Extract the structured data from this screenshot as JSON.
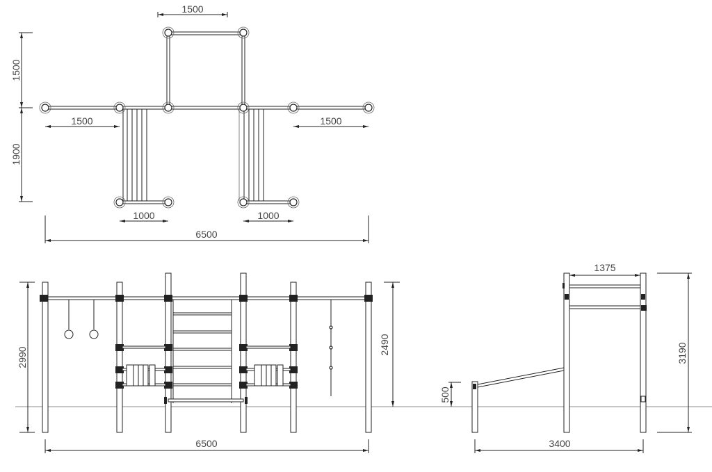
{
  "title": "Outdoor workout station – plan, front and side elevations",
  "plan_view": {
    "top_width": "1500",
    "top_depth": "1500",
    "bottom_depth": "1900",
    "left_bar": "1500",
    "right_bar": "1500",
    "left_ladder": "1000",
    "right_ladder": "1000",
    "total_width": "6500"
  },
  "front_view": {
    "total_height": "2990",
    "above_ground_height": "2490",
    "total_width": "6500"
  },
  "side_view": {
    "bar_spacing": "1375",
    "total_height": "3190",
    "low_post_height": "500",
    "total_depth": "3400"
  }
}
